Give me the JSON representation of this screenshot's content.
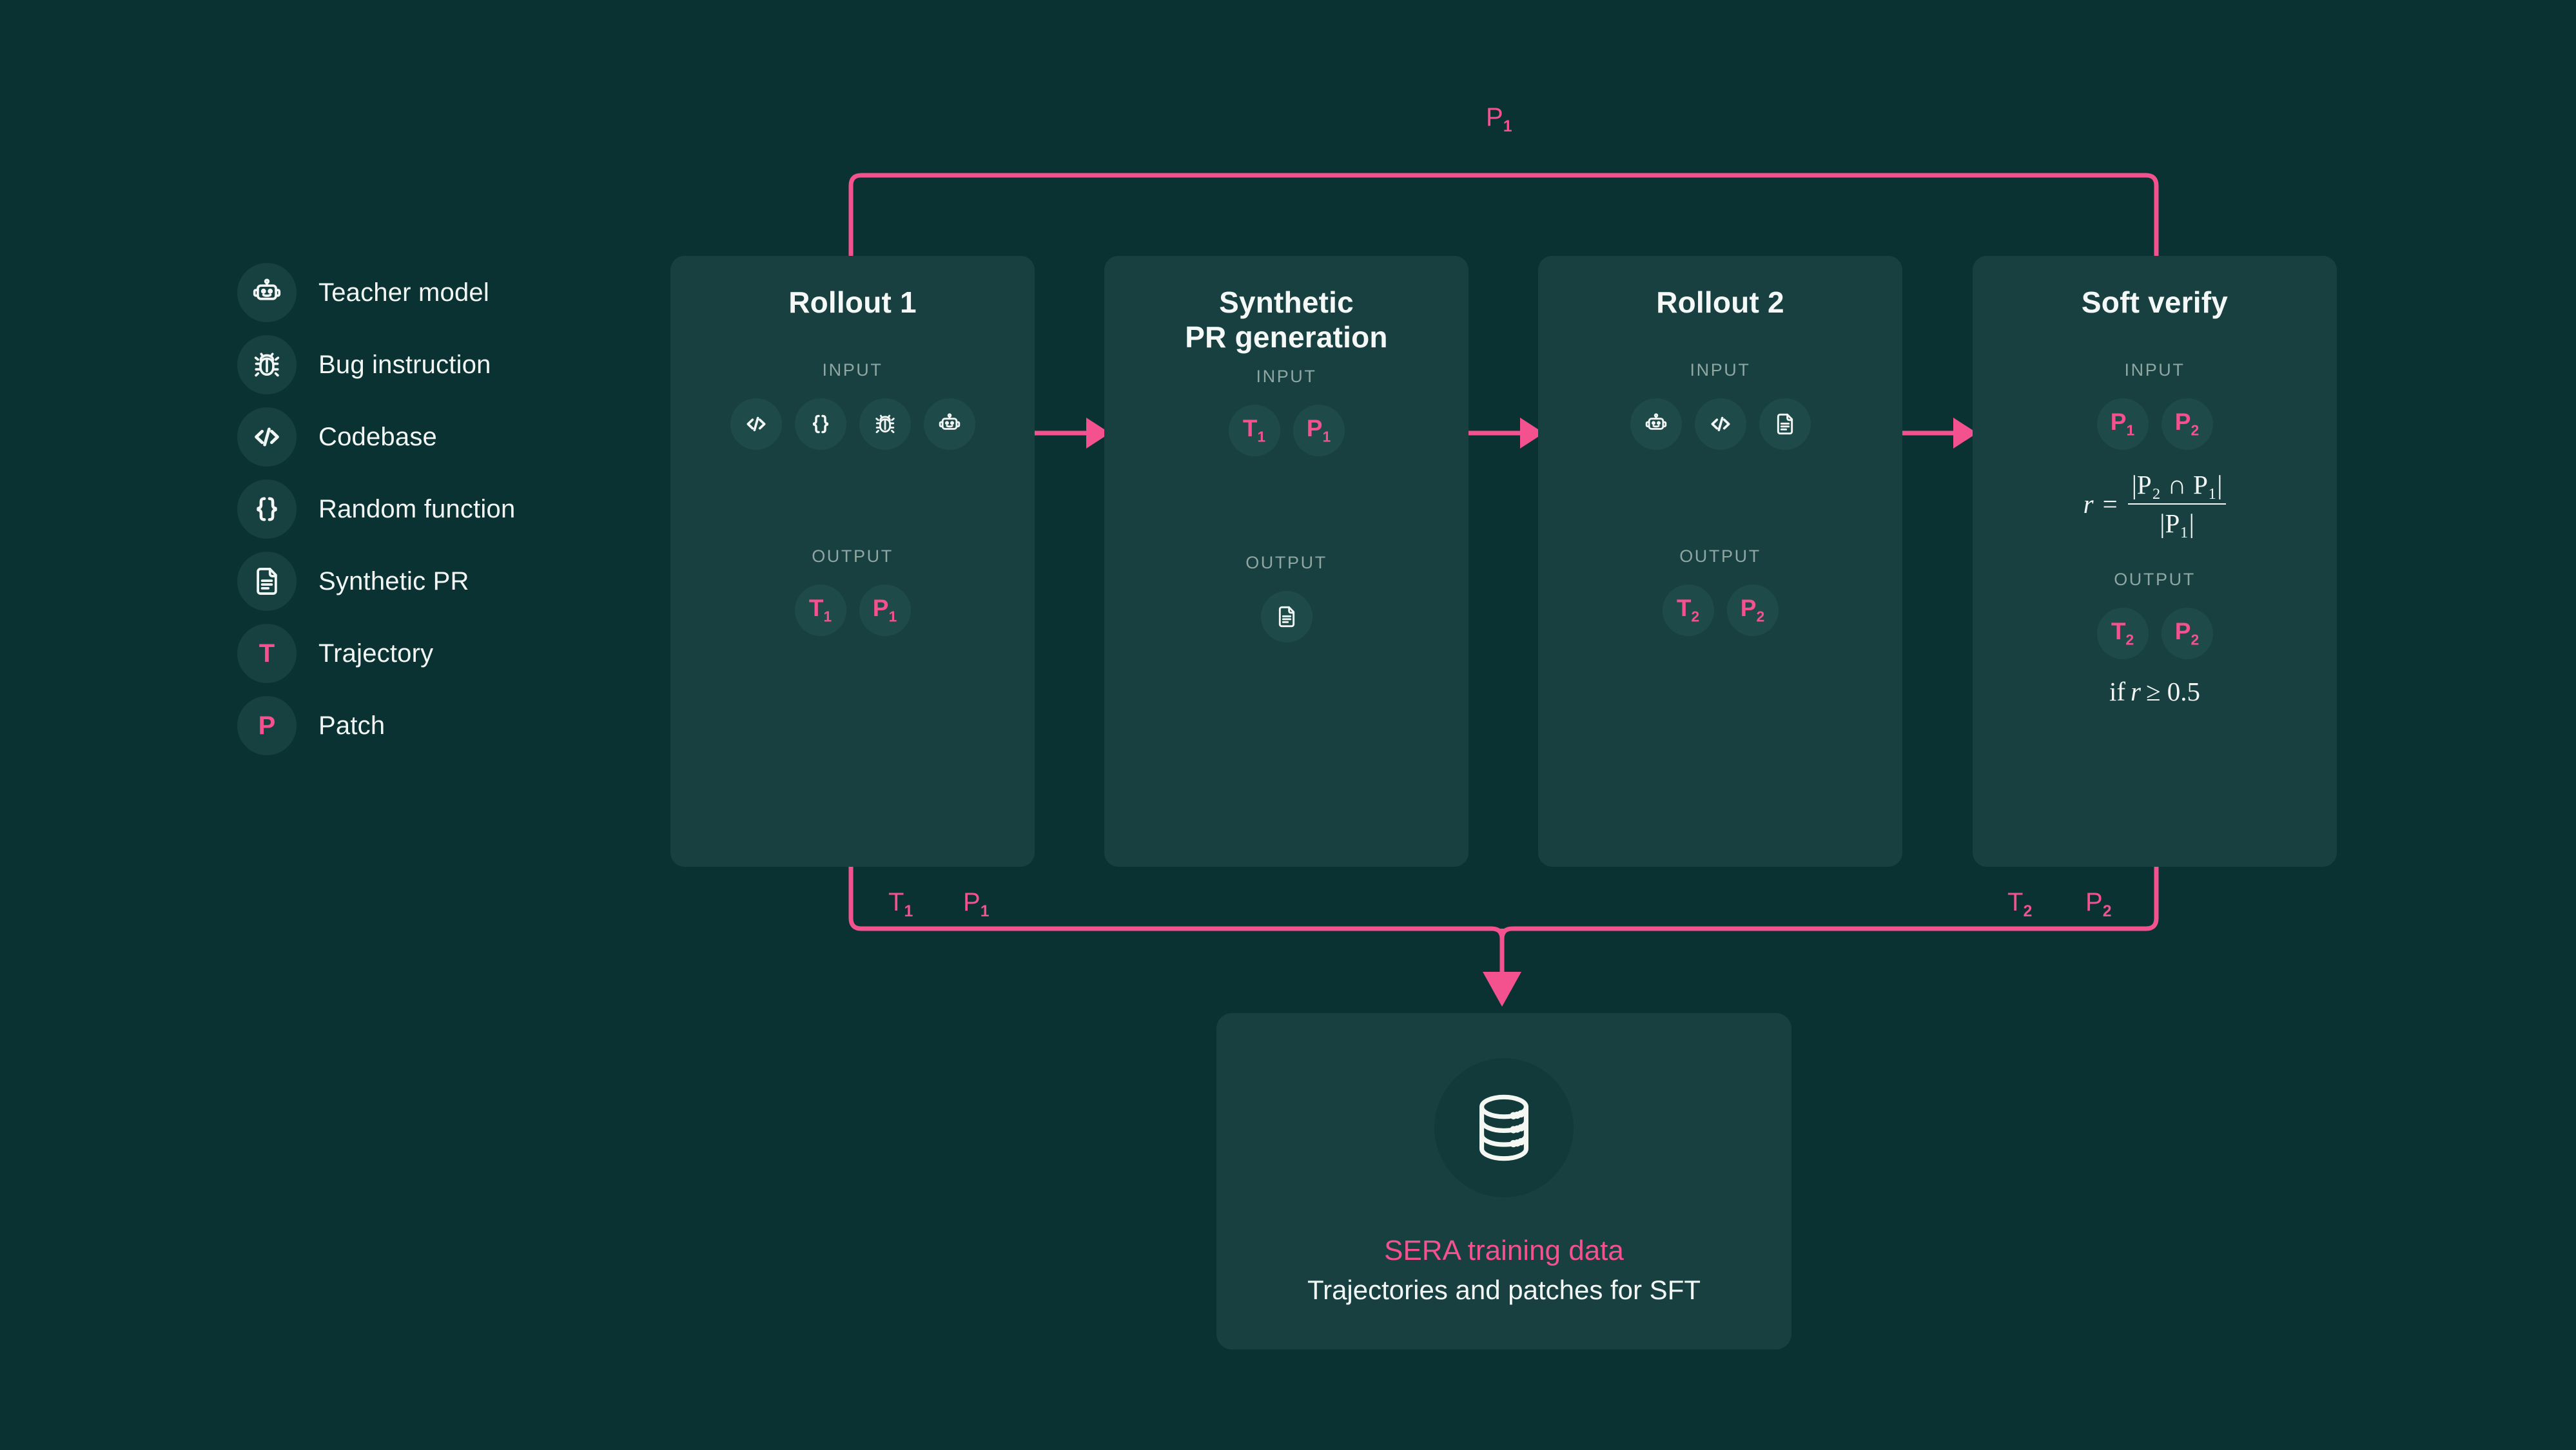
{
  "theme": {
    "background": "#0a3232",
    "card_bg": "#194040",
    "chip_bg": "#1e4a49",
    "accent_pink": "#f4518f",
    "text_primary": "#f2f7f5",
    "text_muted": "#8fa7a3"
  },
  "legend": {
    "items": [
      {
        "icon": "robot-icon",
        "label": "Teacher model"
      },
      {
        "icon": "bug-icon",
        "label": "Bug instruction"
      },
      {
        "icon": "code-icon",
        "label": "Codebase"
      },
      {
        "icon": "braces-icon",
        "label": "Random function"
      },
      {
        "icon": "document-icon",
        "label": "Synthetic PR"
      },
      {
        "icon": "letter-t",
        "label": "Trajectory",
        "glyph": "T"
      },
      {
        "icon": "letter-p",
        "label": "Patch",
        "glyph": "P"
      }
    ]
  },
  "pipeline": {
    "io_labels": {
      "input": "INPUT",
      "output": "OUTPUT"
    },
    "cards": [
      {
        "title": "Rollout 1",
        "title_lines": [
          "Rollout 1"
        ],
        "input_chips": [
          {
            "icon": "code-icon"
          },
          {
            "icon": "braces-icon"
          },
          {
            "icon": "bug-icon"
          },
          {
            "icon": "robot-icon"
          }
        ],
        "output_chips": [
          {
            "icon": "letter-t",
            "glyph": "T",
            "sub": "1"
          },
          {
            "icon": "letter-p",
            "glyph": "P",
            "sub": "1"
          }
        ]
      },
      {
        "title": "Synthetic PR generation",
        "title_lines": [
          "Synthetic",
          "PR generation"
        ],
        "input_chips": [
          {
            "icon": "letter-t",
            "glyph": "T",
            "sub": "1"
          },
          {
            "icon": "letter-p",
            "glyph": "P",
            "sub": "1"
          }
        ],
        "output_chips": [
          {
            "icon": "document-icon"
          }
        ]
      },
      {
        "title": "Rollout 2",
        "title_lines": [
          "Rollout 2"
        ],
        "input_chips": [
          {
            "icon": "robot-icon"
          },
          {
            "icon": "code-icon"
          },
          {
            "icon": "document-icon"
          }
        ],
        "output_chips": [
          {
            "icon": "letter-t",
            "glyph": "T",
            "sub": "2"
          },
          {
            "icon": "letter-p",
            "glyph": "P",
            "sub": "2"
          }
        ]
      },
      {
        "title": "Soft verify",
        "title_lines": [
          "Soft verify"
        ],
        "input_chips": [
          {
            "icon": "letter-p",
            "glyph": "P",
            "sub": "1"
          },
          {
            "icon": "letter-p",
            "glyph": "P",
            "sub": "2"
          }
        ],
        "formula": {
          "lhs": "r",
          "eq": "=",
          "numerator": "|P₂ ∩ P₁|",
          "denominator": "|P₁|"
        },
        "output_chips": [
          {
            "icon": "letter-t",
            "glyph": "T",
            "sub": "2"
          },
          {
            "icon": "letter-p",
            "glyph": "P",
            "sub": "2"
          }
        ],
        "condition": {
          "prefix": "if",
          "var": "r",
          "rest": "≥ 0.5"
        }
      }
    ]
  },
  "edges": {
    "feedback_top": {
      "label": "P",
      "sub": "1"
    },
    "bottom_left": [
      {
        "label": "T",
        "sub": "1"
      },
      {
        "label": "P",
        "sub": "1"
      }
    ],
    "bottom_right": [
      {
        "label": "T",
        "sub": "2"
      },
      {
        "label": "P",
        "sub": "2"
      }
    ]
  },
  "sink": {
    "icon": "database-icon",
    "title": "SERA training data",
    "subtitle": "Trajectories and patches for SFT"
  }
}
